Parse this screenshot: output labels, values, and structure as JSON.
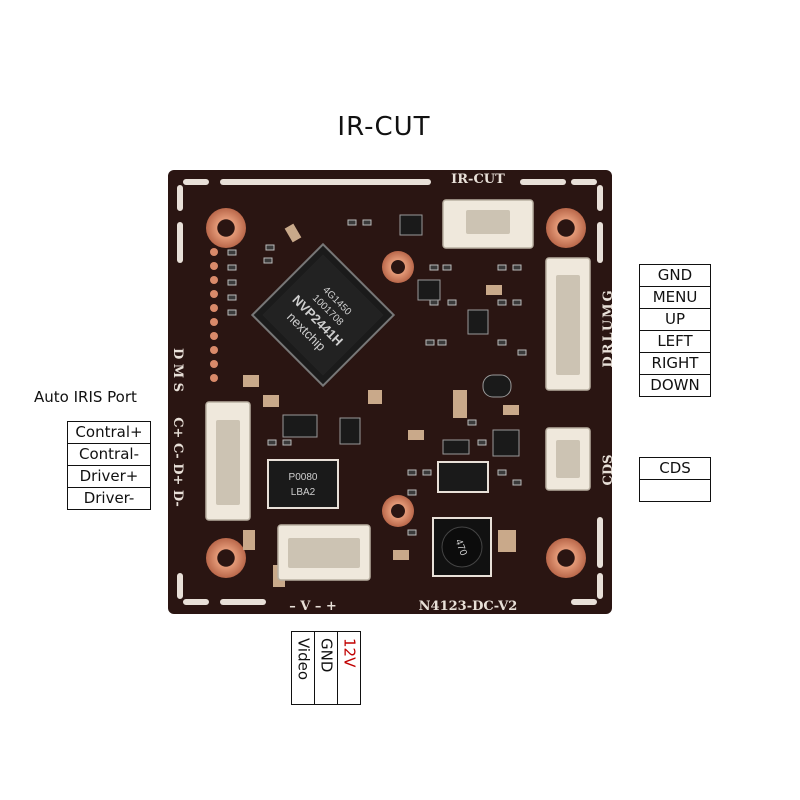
{
  "title": "IR-CUT",
  "board": {
    "silk_ircut": "IR-CUT",
    "silk_model": "N4123-DC-V2",
    "silk_power": "– V – +",
    "silk_drlumg": "DRLUMG",
    "silk_cds": "CDS",
    "silk_dms": "D M S",
    "silk_iris": "C+ C- D+ D-",
    "chip_brand": "nextchip",
    "chip_model": "NVP2441H",
    "chip_code1": "1001708",
    "chip_code2": "4G1450",
    "inductor_value": "470",
    "reg_text1": "P0080",
    "reg_text2": "LBA2"
  },
  "right_labels": [
    "GND",
    "MENU",
    "UP",
    "LEFT",
    "RIGHT",
    "DOWN"
  ],
  "cds_labels": [
    "CDS",
    ""
  ],
  "auto_iris": {
    "title": "Auto IRIS Port",
    "labels": [
      "Contral+",
      "Contral-",
      "Driver+",
      "Driver-"
    ]
  },
  "power_labels": [
    "Video",
    "GND",
    "12V"
  ],
  "colors": {
    "pcb": "#2a1512",
    "pad": "#d98a6a",
    "silk": "#e8e0d8",
    "connector": "#efe8dc",
    "accent_red": "#c00000"
  }
}
